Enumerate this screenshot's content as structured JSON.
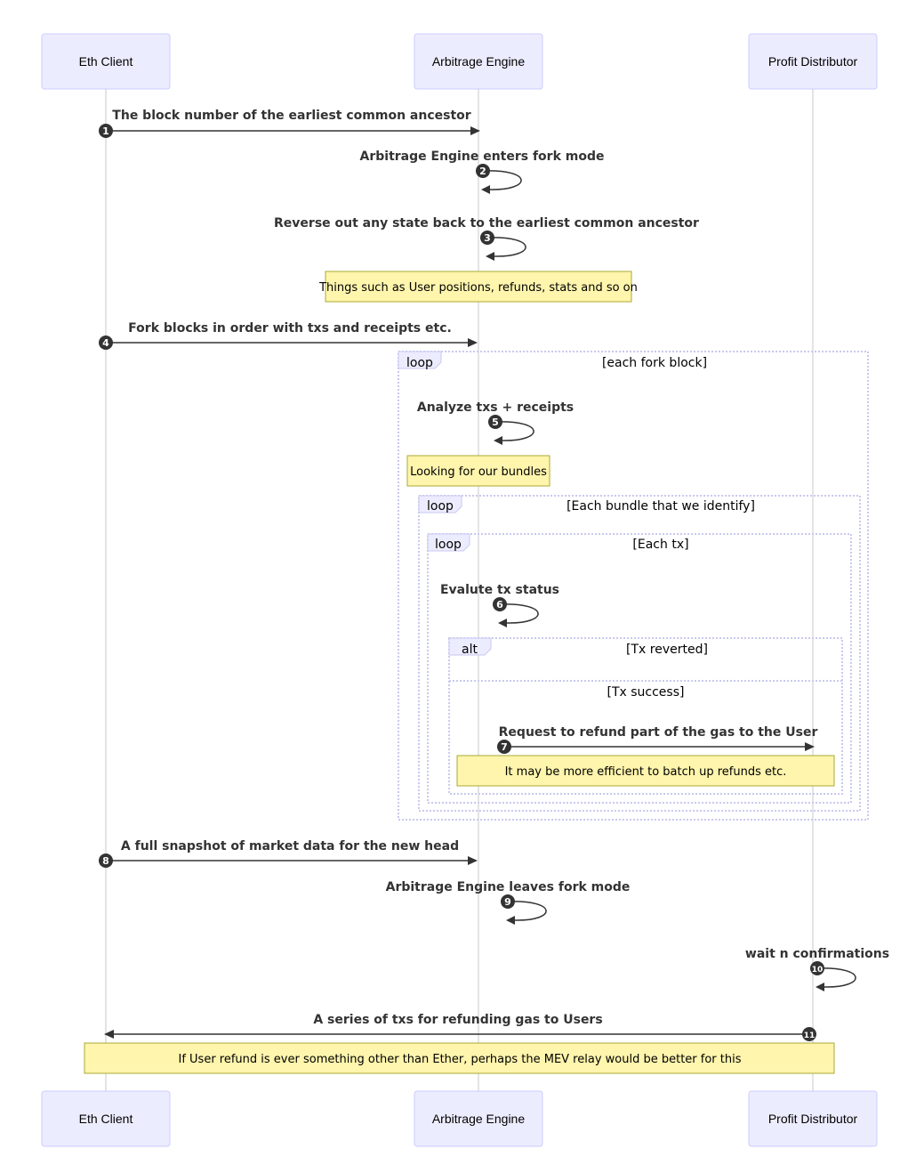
{
  "actors": [
    {
      "id": "eth",
      "label": "Eth Client"
    },
    {
      "id": "arb",
      "label": "Arbitrage Engine"
    },
    {
      "id": "profit",
      "label": "Profit Distributor"
    }
  ],
  "messages": [
    {
      "num": "1",
      "text": "The block number of the earliest common ancestor"
    },
    {
      "num": "2",
      "text": "Arbitrage Engine enters fork mode"
    },
    {
      "num": "3",
      "text": "Reverse out any state back to the earliest common ancestor"
    },
    {
      "num": "4",
      "text": "Fork blocks in order with txs and receipts etc."
    },
    {
      "num": "5",
      "text": "Analyze txs + receipts"
    },
    {
      "num": "6",
      "text": "Evalute tx status"
    },
    {
      "num": "7",
      "text": "Request to refund part of the gas to the User"
    },
    {
      "num": "8",
      "text": "A full snapshot of market data for the new head"
    },
    {
      "num": "9",
      "text": "Arbitrage Engine leaves fork mode"
    },
    {
      "num": "10",
      "text": "wait n confirmations"
    },
    {
      "num": "11",
      "text": "A series of txs for refunding gas to Users"
    }
  ],
  "notes": [
    {
      "text": "Things such as User positions, refunds, stats and so on"
    },
    {
      "text": "Looking for our bundles"
    },
    {
      "text": "It may be more efficient to batch up refunds etc."
    },
    {
      "text": "If User refund is ever something other than Ether, perhaps the MEV relay would be better for this"
    }
  ],
  "frames": [
    {
      "kind": "loop",
      "condition": "[each fork block]"
    },
    {
      "kind": "loop",
      "condition": "[Each bundle that we identify]"
    },
    {
      "kind": "loop",
      "condition": "[Each tx]"
    },
    {
      "kind": "alt",
      "condition": "[Tx reverted]",
      "else_condition": "[Tx success]"
    }
  ]
}
